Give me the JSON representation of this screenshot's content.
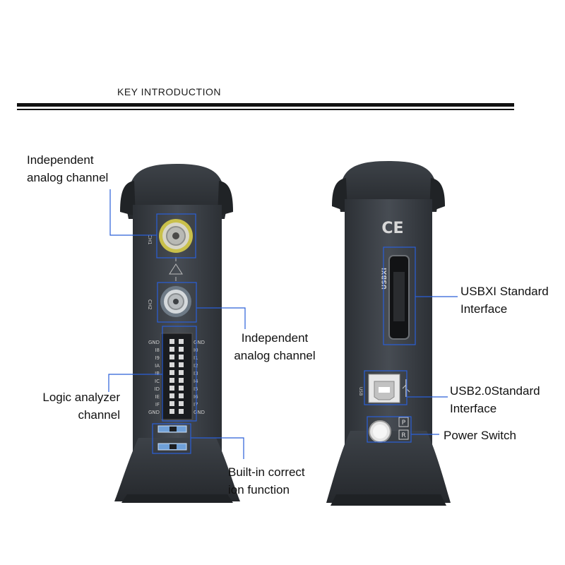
{
  "heading": "KEY INTRODUCTION",
  "device_marks": {
    "ch1": "CH1",
    "ch2": "CH2",
    "usbxi": "USBXI",
    "ce": "CE",
    "usb": "USB",
    "switch_r": "R",
    "switch_p": "P",
    "logic_left_pins": [
      "GND",
      "I8",
      "I9",
      "IA",
      "IB",
      "IC",
      "ID",
      "IE",
      "IF",
      "GND"
    ],
    "logic_right_pins": [
      "GND",
      "I0",
      "I1",
      "I2",
      "I3",
      "I4",
      "I5",
      "I6",
      "I7",
      "GND"
    ]
  },
  "front_labels": {
    "analog_ch1": [
      "Independent",
      "analog channel"
    ],
    "analog_ch2": [
      "Independent",
      "analog channel"
    ],
    "logic": [
      "Logic analyzer",
      "channel"
    ],
    "correction": [
      "Built-in correct",
      "ion function"
    ]
  },
  "back_labels": {
    "usbxi": [
      "USBXI Standard",
      "Interface"
    ],
    "usb2": [
      "USB2.0Standard",
      "Interface"
    ],
    "power": "Power Switch"
  },
  "colors": {
    "callout": "#2a5fd8",
    "body": "#3b4046",
    "bezel": "#2b2f33",
    "bnc_ring": "#c9c04a"
  }
}
